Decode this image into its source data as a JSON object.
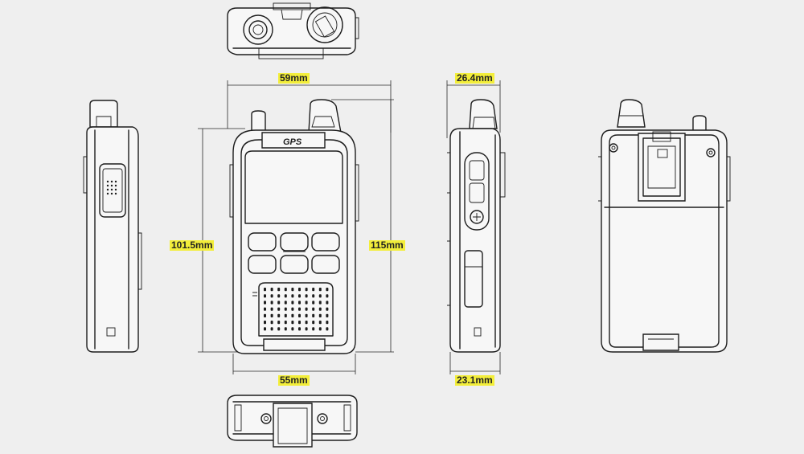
{
  "device": {
    "badge_text": "GPS"
  },
  "dimensions": {
    "top_width": "59mm",
    "bottom_width": "55mm",
    "height_left": "101.5mm",
    "height_right": "115mm",
    "depth_top": "26.4mm",
    "depth_bottom": "23.1mm"
  },
  "colors": {
    "background": "#efefef",
    "label_highlight": "#f3ee3a",
    "line": "#1d1d1d"
  }
}
